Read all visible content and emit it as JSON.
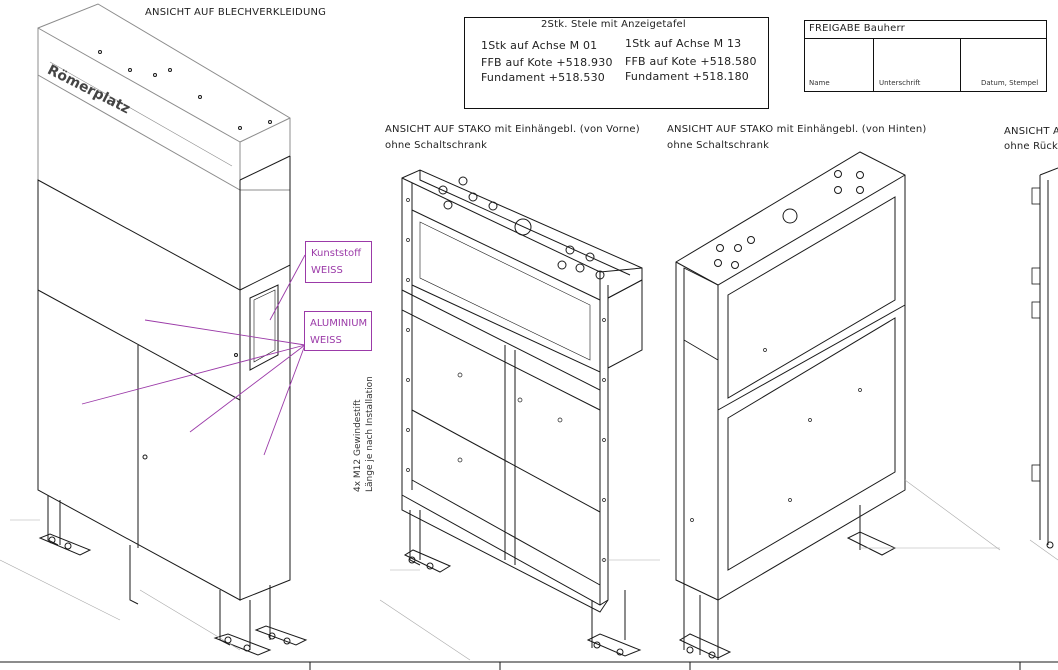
{
  "view_titles": {
    "sheet_metal": "ANSICHT AUF BLECHVERKLEIDUNG",
    "front_line1": "ANSICHT AUF STAKO mit Einhängebl. (von Vorne)",
    "front_line2": "ohne Schaltschrank",
    "back_line1": "ANSICHT AUF STAKO mit Einhängebl. (von Hinten)",
    "back_line2": "ohne Schaltschrank",
    "cut_line1": "ANSICHT A",
    "cut_line2": "ohne Rück"
  },
  "spec_box": {
    "title": "2Stk. Stele mit Anzeigetafel",
    "left": {
      "axis": "1Stk auf Achse M 01",
      "ffb": "FFB auf Kote  +518.930",
      "foundation": "Fundament    +518.530"
    },
    "right": {
      "axis": "1Stk auf Achse M 13",
      "ffb": "FFB auf Kote  +518.580",
      "foundation": "Fundament    +518.180"
    }
  },
  "approval_box": {
    "title": "FREIGABE Bauherr",
    "name": "Name",
    "signature": "Unterschrift",
    "date": "Datum, Stempel"
  },
  "sign_text": "Römerplatz",
  "callouts": {
    "plastic_line1": "Kunststoff",
    "plastic_line2": "WEISS",
    "aluminium_line1": "ALUMINIUM",
    "aluminium_line2": "WEISS"
  },
  "vertical_note": {
    "line1": "4x M12 Gewindestift",
    "line2": "Länge je nach Installation"
  },
  "colors": {
    "line": "#1a1a1a",
    "light_line": "#9a9a9a",
    "callout": "#9b3aa8"
  }
}
